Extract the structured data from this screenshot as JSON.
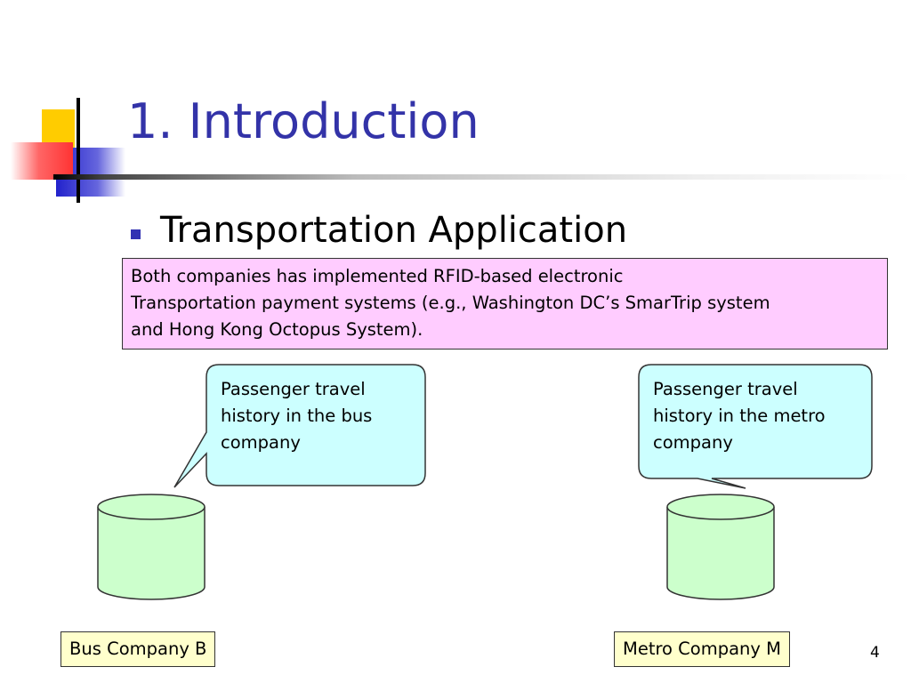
{
  "slide": {
    "title": "1. Introduction",
    "bullet": "Transportation Application",
    "description_lines": [
      "Both companies has implemented RFID-based electronic",
      "Transportation payment systems (e.g., Washington DC’s SmarTrip system",
      "and Hong Kong Octopus System)."
    ],
    "left_callout": [
      "Passenger travel",
      "history in the bus",
      "company"
    ],
    "right_callout": [
      "Passenger travel",
      "history in the metro",
      "company"
    ],
    "bus_label": "Bus Company B",
    "metro_label": "Metro Company M",
    "page_number": "4"
  },
  "colors": {
    "title": "#3333a8",
    "description_fill": "#ffccff",
    "callout_fill": "#ccffff",
    "cylinder_fill": "#ccffcc",
    "label_fill": "#ffffcc"
  }
}
